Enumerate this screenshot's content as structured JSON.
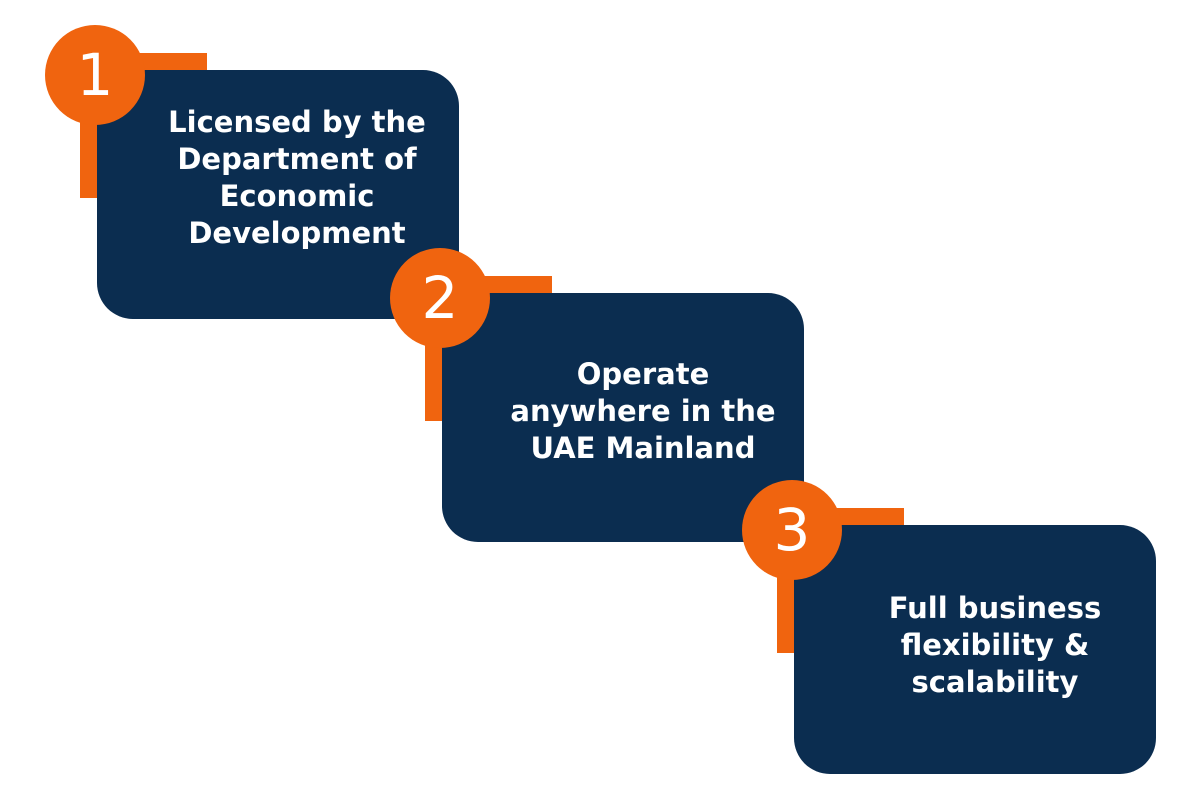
{
  "colors": {
    "card": "#0b2d50",
    "accent": "#f0640f",
    "text": "#ffffff",
    "background": "#ffffff"
  },
  "steps": [
    {
      "number": "1",
      "text": "Licensed by the\nDepartment of\nEconomic\nDevelopment"
    },
    {
      "number": "2",
      "text": "Operate\nanywhere in the\nUAE Mainland"
    },
    {
      "number": "3",
      "text": "Full business\nflexibility &\nscalability"
    }
  ]
}
